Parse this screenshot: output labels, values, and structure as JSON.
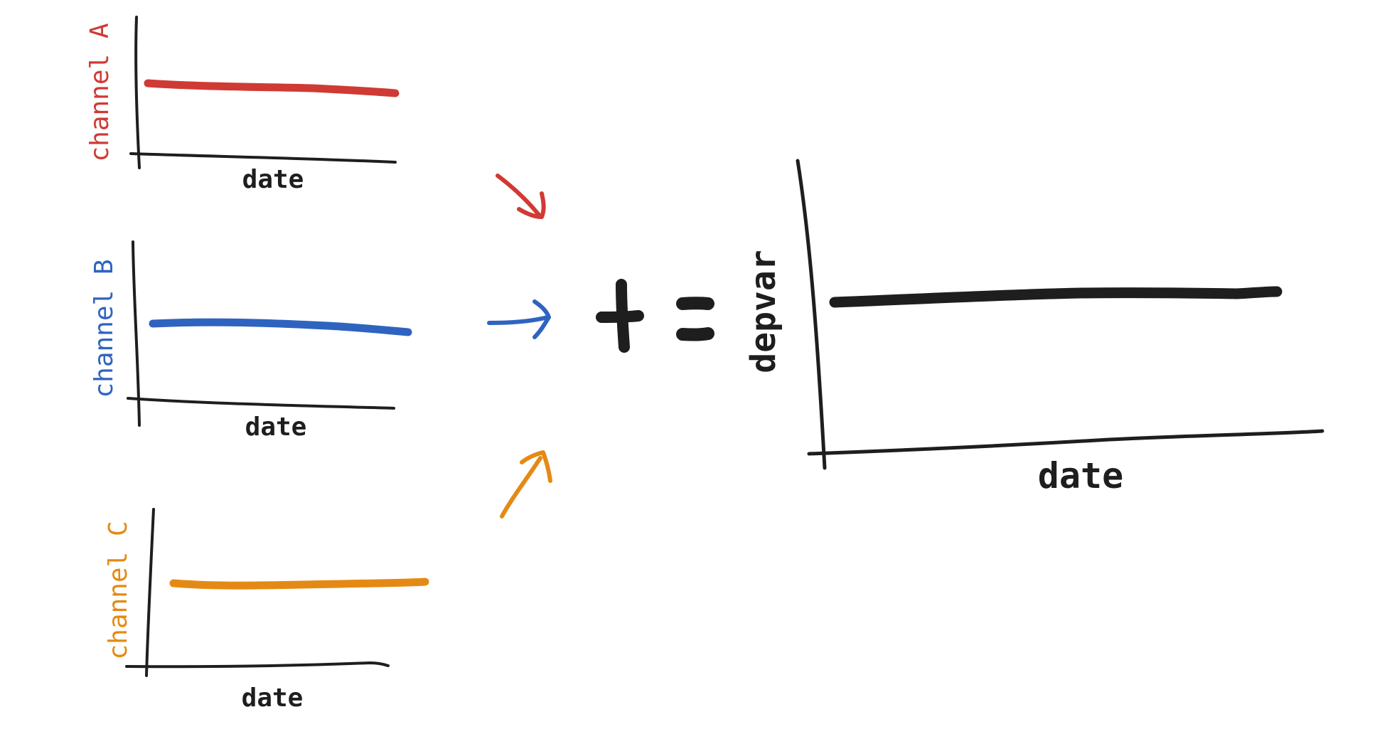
{
  "colors": {
    "channel_a": "#d03a34",
    "channel_b": "#2f63c0",
    "channel_c": "#e48a14",
    "ink": "#1e1e1e"
  },
  "panels": {
    "channel_a": {
      "ylabel": "channel A",
      "xlabel": "date"
    },
    "channel_b": {
      "ylabel": "channel B",
      "xlabel": "date"
    },
    "channel_c": {
      "ylabel": "channel C",
      "xlabel": "date"
    },
    "result": {
      "ylabel": "depvar",
      "xlabel": "date"
    }
  },
  "operators": {
    "plus": "+",
    "equals": "="
  }
}
